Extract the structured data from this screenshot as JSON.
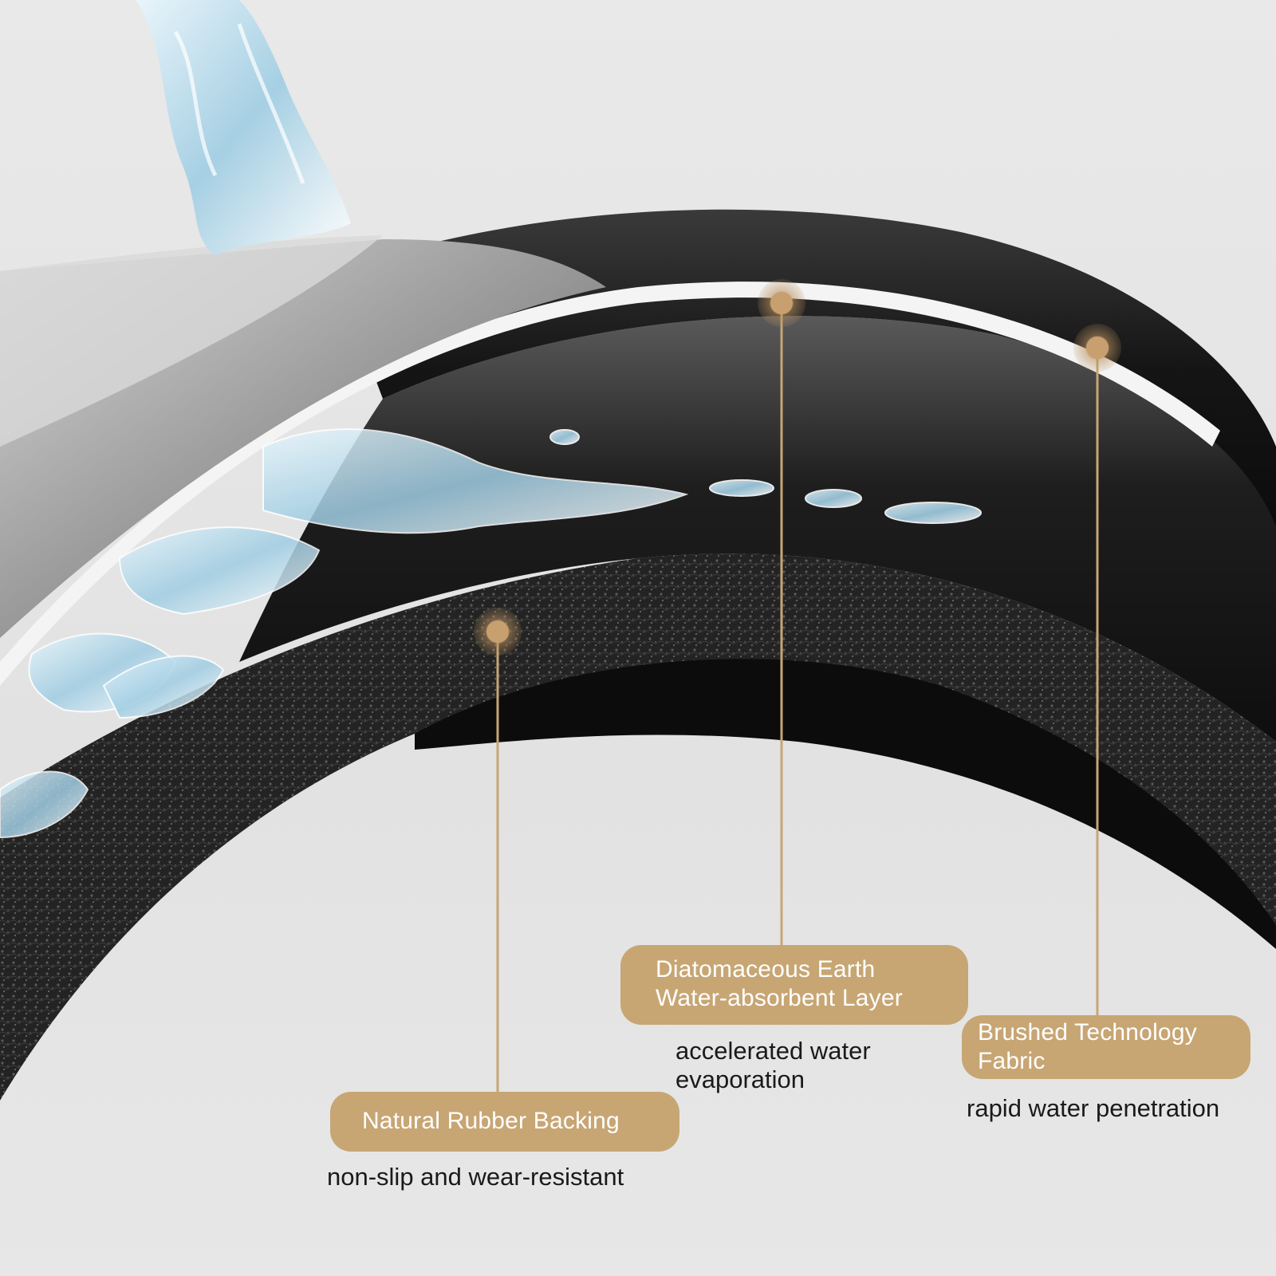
{
  "colors": {
    "accent": "#c7a674",
    "background": "#e6e6e6",
    "layer_dark": "#1b1b1b",
    "fabric_gray": "#8a8a8a",
    "water": "#bfe2f2"
  },
  "callouts": [
    {
      "title_lines": [
        "Natural Rubber Backing"
      ],
      "caption_lines": [
        "non-slip and wear-resistant"
      ]
    },
    {
      "title_lines": [
        "Diatomaceous Earth",
        "Water-absorbent Layer"
      ],
      "caption_lines": [
        "accelerated water",
        "evaporation"
      ]
    },
    {
      "title_lines": [
        "Brushed Technology",
        "Fabric"
      ],
      "caption_lines": [
        "rapid water penetration"
      ]
    }
  ]
}
